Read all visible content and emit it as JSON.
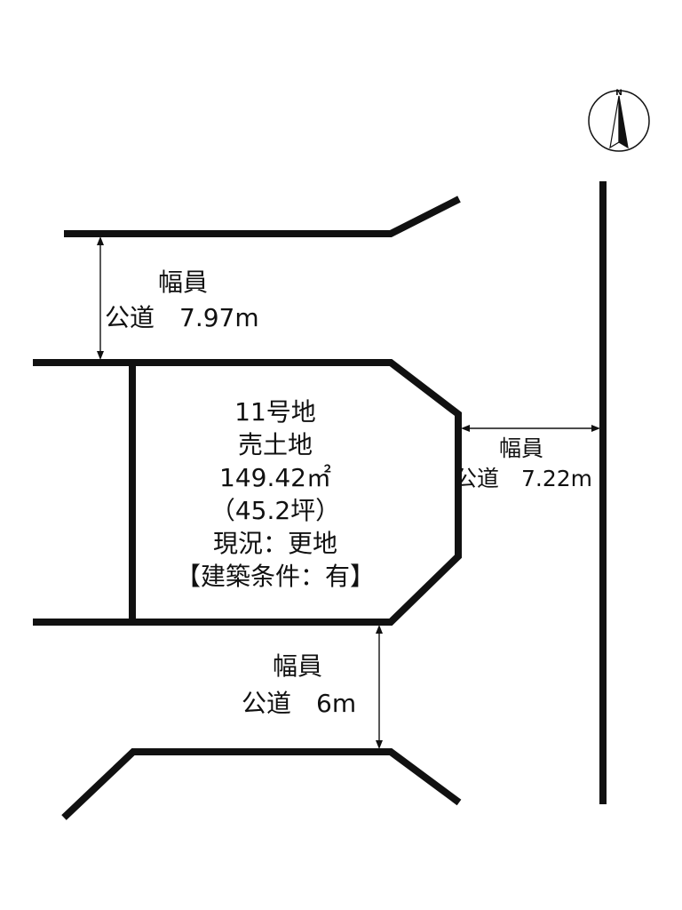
{
  "lot": {
    "number": "11号地",
    "type": "売土地",
    "area_sqm": "149.42㎡",
    "area_tsubo": "（45.2坪）",
    "status": "現況：更地",
    "condition": "【建築条件：有】"
  },
  "roads": {
    "north": {
      "width_label": "幅員",
      "road": "公道　7.97m"
    },
    "east": {
      "width_label": "幅員",
      "road": "公道　7.22m"
    },
    "south": {
      "width_label": "幅員",
      "road": "公道　6m"
    }
  },
  "compass": {
    "north_letter": "N"
  },
  "colors": {
    "line": "#111111",
    "background": "#ffffff"
  }
}
